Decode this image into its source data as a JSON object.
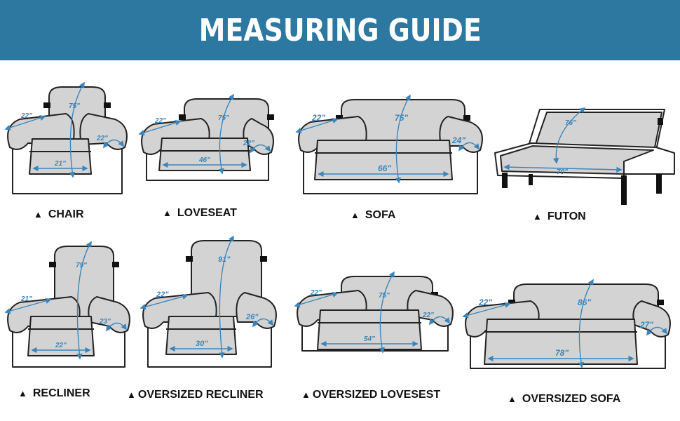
{
  "title": "MEASURING GUIDE",
  "colors": {
    "banner": "#2c78a0",
    "cover": "#d3d3d3",
    "measure_line": "#3a86bc",
    "outline": "#222222"
  },
  "marker": "▲",
  "items": [
    {
      "name": "CHAIR",
      "back": "75\"",
      "arm_width": "22\"",
      "arm_depth": "22\"",
      "seat": "21\""
    },
    {
      "name": "LOVESEAT",
      "back": "75\"",
      "arm_width": "22\"",
      "arm_depth": "22\"",
      "seat": "46\""
    },
    {
      "name": "SOFA",
      "back": "75\"",
      "arm_width": "22\"",
      "arm_depth": "24\"",
      "seat": "66\""
    },
    {
      "name": "FUTON",
      "back": "76\"",
      "seat": "70\""
    },
    {
      "name": "RECLINER",
      "back": "79\"",
      "arm_width": "21\"",
      "arm_depth": "23\"",
      "seat": "22\""
    },
    {
      "name": "OVERSIZED RECLINER",
      "back": "91\"",
      "arm_width": "22\"",
      "arm_depth": "26\"",
      "seat": "30\""
    },
    {
      "name": "OVERSIZED LOVESEST",
      "back": "75\"",
      "arm_width": "22\"",
      "arm_depth": "22\"",
      "seat": "54\""
    },
    {
      "name": "OVERSIZED SOFA",
      "back": "86\"",
      "arm_width": "22\"",
      "arm_depth": "27\"",
      "seat": "78\""
    }
  ]
}
